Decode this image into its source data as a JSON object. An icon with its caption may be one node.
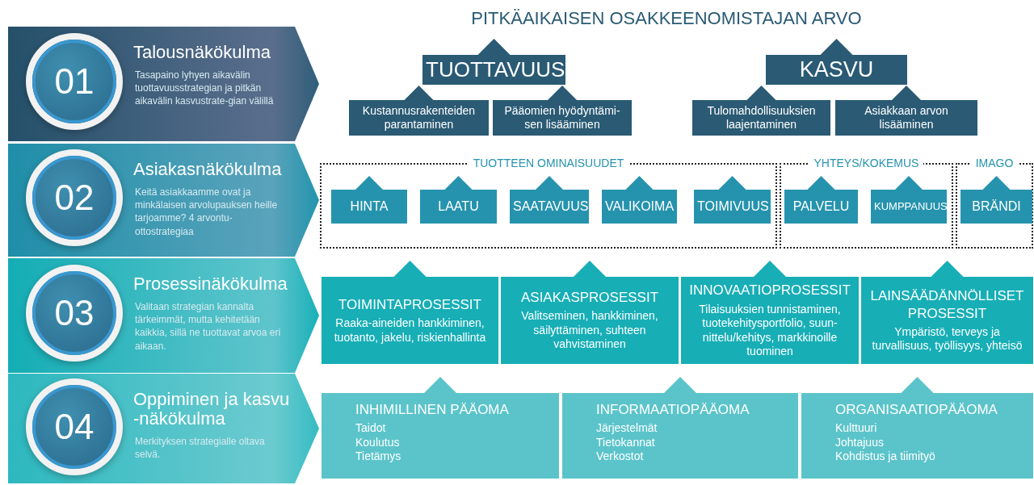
{
  "diagram": {
    "title": "PITKÄAIKAISEN OSAKKEENOMISTAJAN ARVO",
    "nodes": [
      {
        "text": [
          "Talousnäkökulma",
          "Tasapaino  lyhyen aikavälin tuottavuusstrategian ja pitkän aikavälin kasvustrate-gian välillä"
        ]
      },
      {
        "text": [
          "01"
        ],
        "in": 0
      },
      {
        "text": [
          "TUOTTAVUUS"
        ]
      },
      {
        "text": [
          "KASVU"
        ]
      },
      {
        "text": [
          "Kustannusrakenteiden parantaminen"
        ]
      },
      {
        "text": [
          "Pääomien hyödyntämi-sen lisääminen"
        ]
      },
      {
        "text": [
          "Tulomahdollisuuksien laajentaminen"
        ]
      },
      {
        "text": [
          "Asiakkaan arvon lisääminen"
        ]
      },
      {
        "text": [
          "Asiakasnäkökulma",
          "Keitä asiakkaamme ovat ja minkälaisen arvolupauksen heille tarjoamme? 4 arvontu-ottostrategiaa"
        ]
      },
      {
        "text": [
          "02"
        ],
        "in": 8
      },
      {
        "text": [
          "TUOTTEEN OMINAISUUDET"
        ]
      },
      {
        "text": [
          "HINTA"
        ],
        "in": 10
      },
      {
        "text": [
          "LAATU"
        ],
        "in": 10
      },
      {
        "text": [
          "SAATAVUUS"
        ],
        "in": 10
      },
      {
        "text": [
          "VALIKOIMA"
        ],
        "in": 10
      },
      {
        "text": [
          "TOIMIVUUS"
        ],
        "in": 10
      },
      {
        "text": [
          "YHTEYS/KOKEMUS"
        ]
      },
      {
        "text": [
          "PALVELU"
        ],
        "in": 16
      },
      {
        "text": [
          "KUMPPANUUS"
        ],
        "in": 16
      },
      {
        "text": [
          "IMAGO"
        ]
      },
      {
        "text": [
          "BRÄNDI"
        ],
        "in": 19
      },
      {
        "text": [
          "Prosessinäkökulma",
          "Valitaan strategian kannalta tärkeimmät, mutta kehitetään kaikkia, sillä ne tuottavat arvoa eri aikaan."
        ]
      },
      {
        "text": [
          "03"
        ],
        "in": 21
      },
      {
        "text": [
          "TOIMINTAPROSESSIT",
          "Raaka-aineiden hankkiminen, tuotanto, jakelu, riskienhallinta"
        ]
      },
      {
        "text": [
          "ASIAKASPROSESSIT",
          "Valitseminen, hankkiminen, säilyttäminen, suhteen vahvistaminen"
        ]
      },
      {
        "text": [
          "INNOVAATIOPROSESSIT",
          "Tilaisuuksien tunnistaminen, tuotekehitysportfolio, suun-nittelu/kehitys, markkinoille tuominen"
        ]
      },
      {
        "text": [
          "LAINSÄÄDÄNNÖLLISET PROSESSIT",
          "Ympäristö, terveys ja turvallisuus, työllisyys, yhteisö"
        ]
      },
      {
        "text": [
          "Oppiminen ja kasvu -näkökulma",
          "Merkityksen strategialle oltava selvä."
        ]
      },
      {
        "text": [
          "04"
        ],
        "in": 27
      },
      {
        "text": [
          "INHIMILLINEN PÄÄOMA",
          "Taidot",
          "Koulutus",
          "Tietämys"
        ]
      },
      {
        "text": [
          "INFORMAATIOPÄÄOMA",
          "Järjestelmät",
          "Tietokannat",
          "Verkostot"
        ]
      },
      {
        "text": [
          "ORGANISAATIOPÄÄOMA",
          "Kulttuuri",
          "Johtajuus",
          "Kohdistus ja tiimityö"
        ]
      }
    ]
  }
}
